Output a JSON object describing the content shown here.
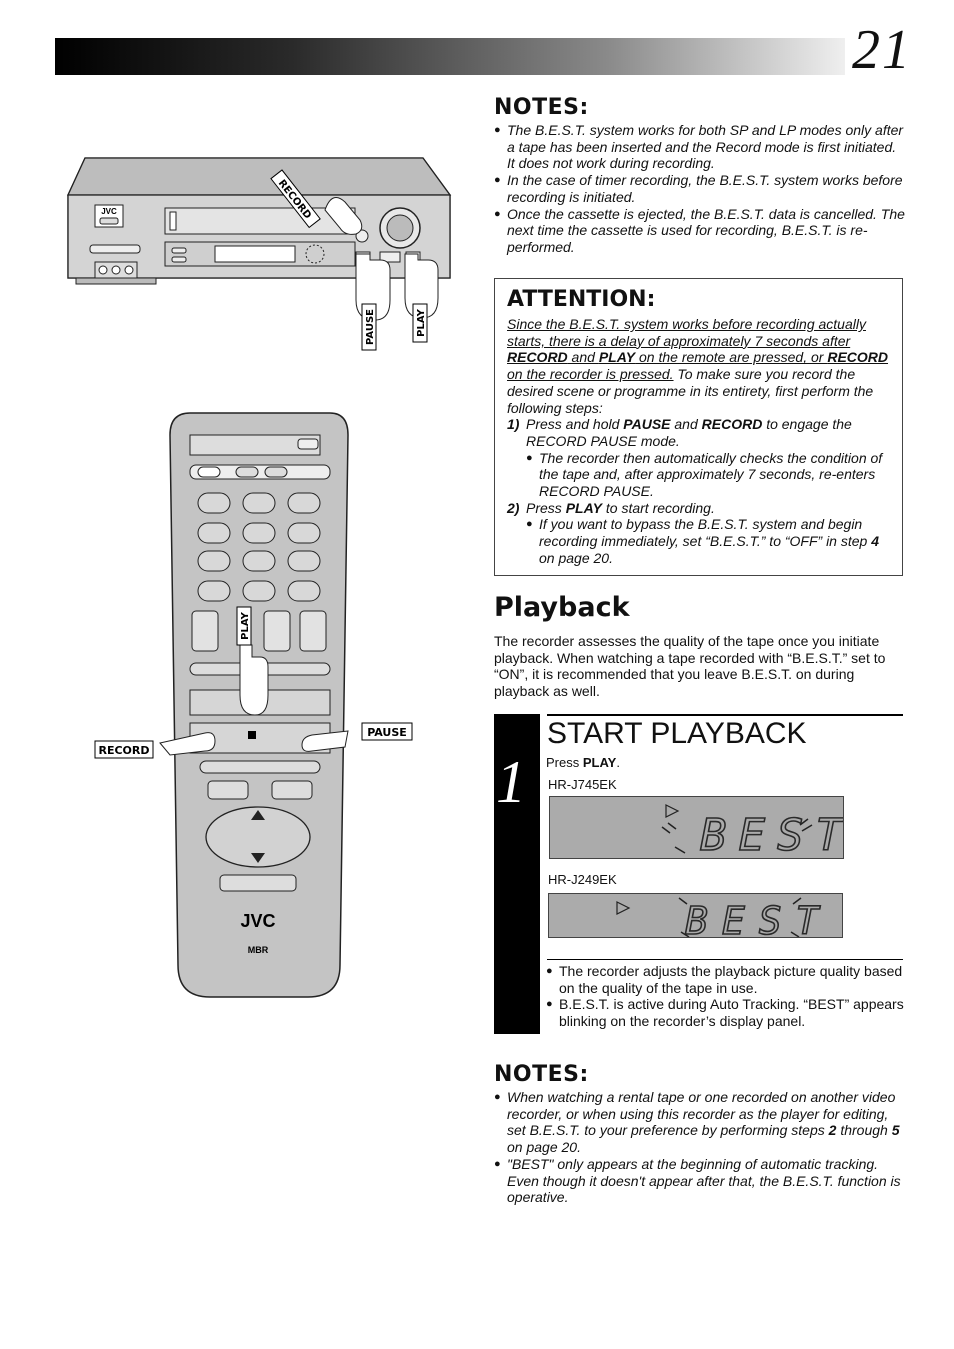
{
  "page_number": "21",
  "notes_top": {
    "heading": "NOTES:",
    "items": [
      "The B.E.S.T. system works for both SP and LP modes only after a tape has been inserted and the Record mode is first initiated. It does not work during recording.",
      "In the case of timer recording, the B.E.S.T. system works before recording is initiated.",
      "Once the cassette is ejected, the B.E.S.T. data is cancelled. The next time the cassette is used for recording, B.E.S.T. is re-performed."
    ]
  },
  "attention": {
    "heading": "ATTENTION:",
    "u1": "Since the B.E.S.T. system works before recording actually starts, there is a delay of approximately 7 seconds after ",
    "u2": "RECORD",
    "u3": " and ",
    "u4": "PLAY",
    "u5": " on the remote are pressed, or ",
    "u6": "RECORD",
    "u7": " on the recorder is pressed.",
    "rest": " To make sure you record the desired scene or programme in its entirety, first perform the following steps:",
    "step1_num": "1)",
    "step1_a": "Press and hold ",
    "step1_b": "PAUSE",
    "step1_c": " and ",
    "step1_d": "RECORD",
    "step1_e": " to engage the RECORD PAUSE mode.",
    "step1_sub": "The recorder then automatically checks the condition of the tape and, after approximately 7 seconds, re-enters RECORD PAUSE.",
    "step2_num": "2)",
    "step2_a": "Press ",
    "step2_b": "PLAY",
    "step2_c": " to start recording.",
    "step2_sub_a": "If you want to bypass the B.E.S.T. system and begin recording immediately, set “B.E.S.T.” to “OFF” in step ",
    "step2_sub_b": "4",
    "step2_sub_c": " on page 20."
  },
  "playback": {
    "heading": "Playback",
    "intro": "The recorder assesses the quality of the tape once you initiate playback. When watching a tape recorded with “B.E.S.T.” set to “ON”, it is recommended that you leave B.E.S.T. on during playback as well."
  },
  "step1": {
    "number": "1",
    "title": "START PLAYBACK",
    "press_a": "Press ",
    "press_b": "PLAY",
    "press_c": ".",
    "model1": "HR-J745EK",
    "model2": "HR-J249EK",
    "lcd_text": "BEST",
    "items": [
      "The recorder adjusts the playback picture quality based on the quality of the tape in use.",
      "B.E.S.T. is active during Auto Tracking. “BEST” appears blinking on the recorder’s display panel."
    ]
  },
  "notes_bottom": {
    "heading": "NOTES:",
    "i1_a": "When watching a rental tape or one recorded on another video recorder, or when using this recorder as the player for editing, set B.E.S.T. to your preference by performing steps ",
    "i1_b": "2",
    "i1_c": " through ",
    "i1_d": "5",
    "i1_e": " on page 20.",
    "i2": "\"BEST\" only appears at the beginning of automatic tracking. Even though it doesn't appear after that, the B.E.S.T. function is operative."
  },
  "illustration": {
    "vcr_record": "RECORD",
    "vcr_pause": "PAUSE",
    "vcr_play": "PLAY",
    "vcr_brand": "JVC",
    "remote_play": "PLAY",
    "remote_pause": "PAUSE",
    "remote_record": "RECORD",
    "remote_brand": "JVC",
    "remote_mbr": "MBR"
  },
  "colors": {
    "lcd_bg": "#ababab",
    "lcd_segment": "#2a2a2a",
    "remote_body": "#c4c4c4"
  }
}
